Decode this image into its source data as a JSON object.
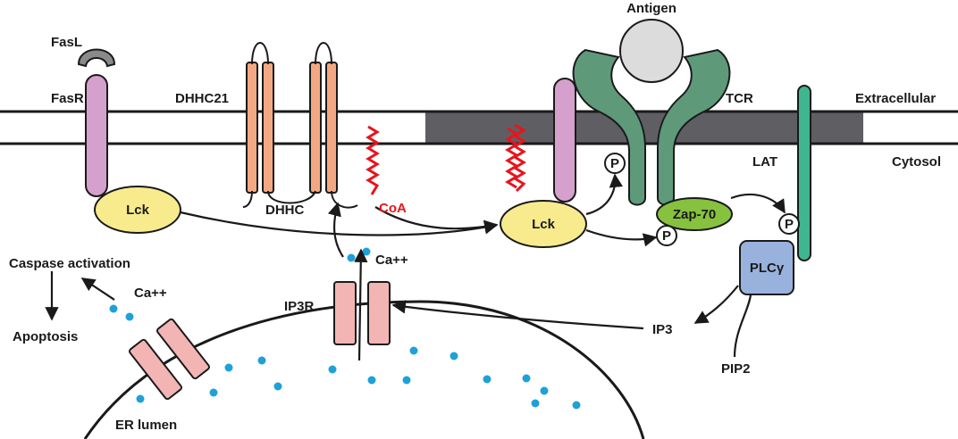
{
  "labels": {
    "antigen": "Antigen",
    "fasl": "FasL",
    "fasr": "FasR",
    "dhhc21": "DHHC21",
    "tcr": "TCR",
    "extracellular": "Extracellular",
    "cytosol": "Cytosol",
    "lat": "LAT",
    "lck_left": "Lck",
    "lck_right": "Lck",
    "dhhc": "DHHC",
    "coa": "CoA",
    "zap70": "Zap-70",
    "plcg": "PLCγ",
    "phospho": "P",
    "ca_top": "Ca++",
    "ca_left": "Ca++",
    "caspase": "Caspase activation",
    "apoptosis": "Apoptosis",
    "ip3r": "IP3R",
    "ip3": "IP3",
    "pip2": "PIP2",
    "er_lumen": "ER lumen"
  },
  "colors": {
    "fasr": "#d6a0cc",
    "fasl": "#8a8a8a",
    "dhhc21": "#f2a882",
    "lck": "#f7eb8e",
    "zap70": "#86c140",
    "tcr": "#5e9a7a",
    "lat": "#3fb690",
    "plcg": "#99b2dd",
    "ip3r": "#f3b4b4",
    "calcium": "#1ea1d9",
    "palmitate": "#e8141c",
    "raft": "#5f5f63",
    "antigen": "#dcdcdc"
  }
}
